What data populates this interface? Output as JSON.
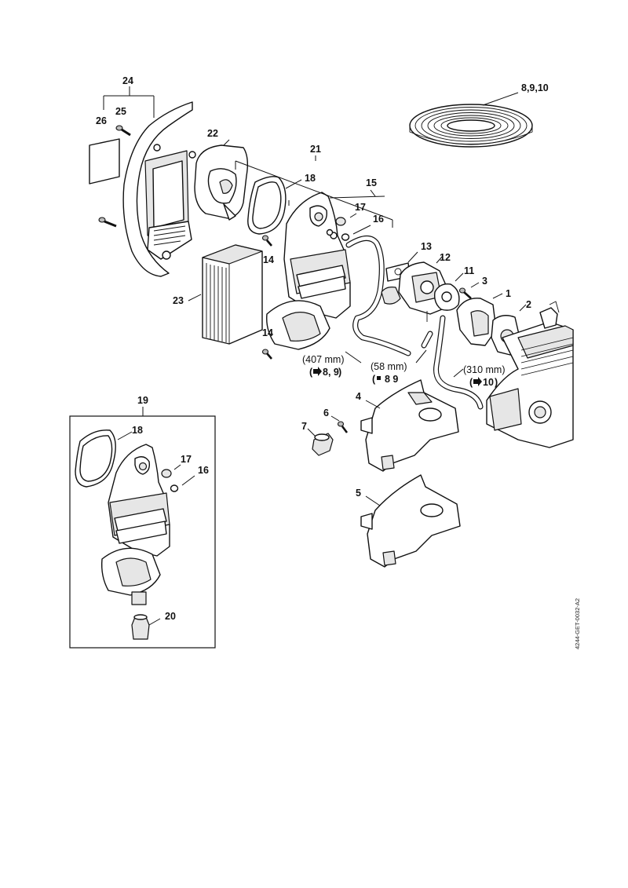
{
  "diagram": {
    "drawing_code": "4244-GET-0032-A2",
    "callouts": {
      "c1": "1",
      "c2": "2",
      "c3": "3",
      "c4": "4",
      "c5": "5",
      "c6": "6",
      "c7": "7",
      "c8_9_10": "8,9,10",
      "c11": "11",
      "c12": "12",
      "c13": "13",
      "c14a": "14",
      "c14b": "14",
      "c15": "15",
      "c16a": "16",
      "c16b": "16",
      "c17a": "17",
      "c17b": "17",
      "c18a": "18",
      "c18b": "18",
      "c19": "19",
      "c20": "20",
      "c21": "21",
      "c22": "22",
      "c23": "23",
      "c24": "24",
      "c25": "25",
      "c26": "26"
    },
    "hose_notes": {
      "h1_length": "(407 mm)",
      "h1_ref": "8, 9",
      "h2_length": "(58 mm)",
      "h2_ref": "8 9",
      "h3_length": "(310 mm)",
      "h3_ref": "10"
    }
  }
}
